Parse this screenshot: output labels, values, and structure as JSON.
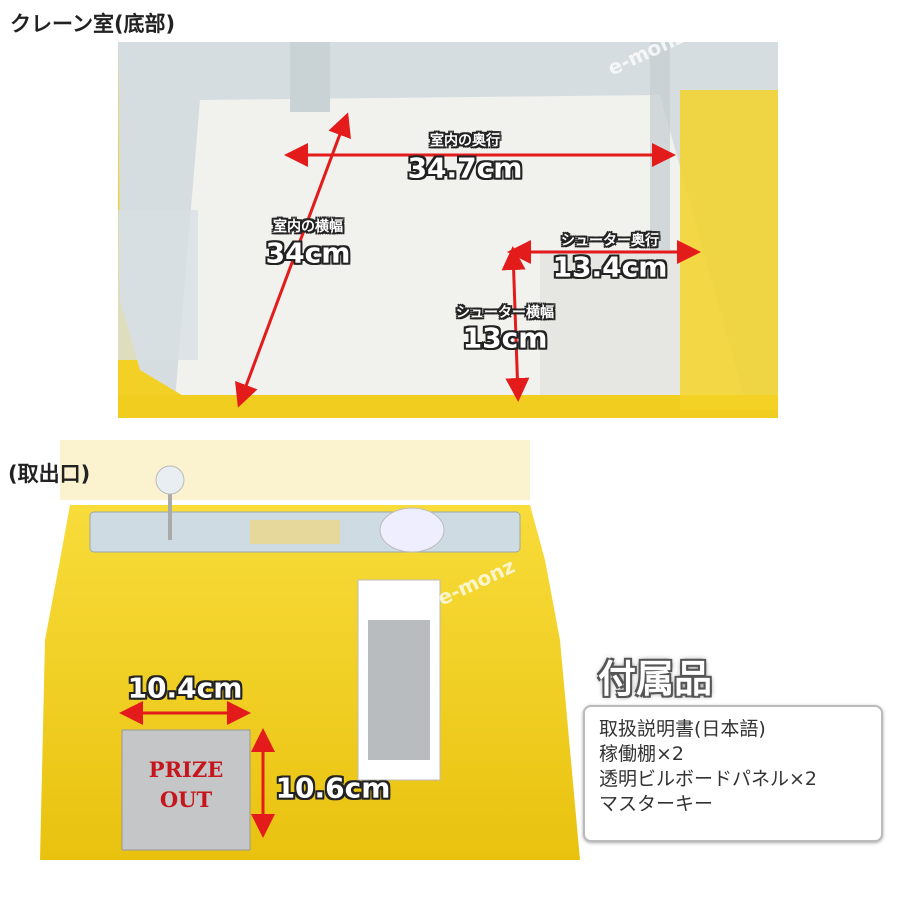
{
  "crane_room": {
    "title": "クレーン室(底部)",
    "watermark": "e-monz",
    "labels": {
      "depth_label": "室内の奥行",
      "depth_value": "34.7cm",
      "width_label": "室内の横幅",
      "width_value": "34cm",
      "chute_depth_label": "シューター奥行",
      "chute_depth_value": "13.4cm",
      "chute_width_label": "シューター横幅",
      "chute_width_value": "13cm"
    }
  },
  "outlet": {
    "title": "(取出口)",
    "watermark": "e-monz",
    "prize_door_text": [
      "PRIZE",
      "OUT"
    ],
    "width_value": "10.4cm",
    "height_value": "10.6cm"
  },
  "accessories": {
    "title": "付属品",
    "items": [
      "取扱説明書(日本語)",
      "稼働棚×2",
      "透明ビルボードパネル×2",
      "マスターキー"
    ]
  },
  "colors": {
    "arrow": "#e31b1b",
    "machine_yellow": "#f5d21a",
    "carpet": "#f1f1ee"
  }
}
